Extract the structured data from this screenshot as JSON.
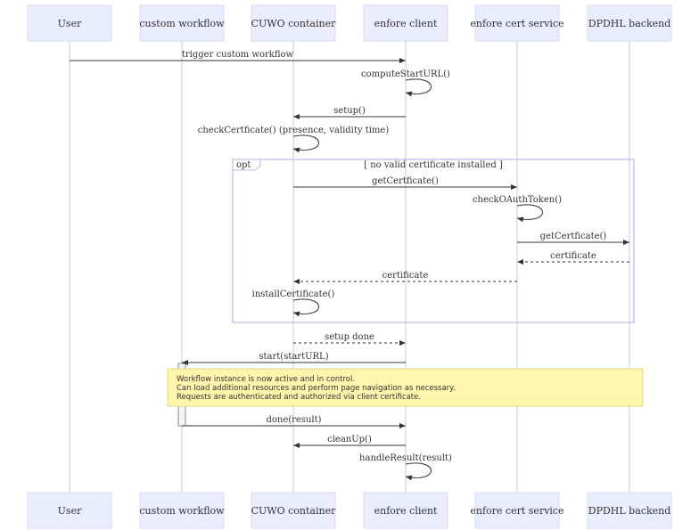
{
  "actors": [
    {
      "id": "user",
      "label": "User"
    },
    {
      "id": "custom_workflow",
      "label": "custom workflow"
    },
    {
      "id": "cuwo_container",
      "label": "CUWO container"
    },
    {
      "id": "enfore_client",
      "label": "enfore client"
    },
    {
      "id": "enfore_cert_service",
      "label": "enfore cert service"
    },
    {
      "id": "dpdhl_backend",
      "label": "DPDHL backend"
    }
  ],
  "messages": [
    {
      "from": "user",
      "to": "enfore_client",
      "label": "trigger custom workflow",
      "style": "solid"
    },
    {
      "from": "enfore_client",
      "to": "enfore_client",
      "label": "computeStartURL()",
      "style": "self"
    },
    {
      "from": "enfore_client",
      "to": "cuwo_container",
      "label": "setup()",
      "style": "solid"
    },
    {
      "from": "cuwo_container",
      "to": "cuwo_container",
      "label": "checkCertficate() (presence, validity time)",
      "style": "self"
    },
    {
      "from": "cuwo_container",
      "to": "enfore_cert_service",
      "label": "getCertficate()",
      "style": "solid"
    },
    {
      "from": "enfore_cert_service",
      "to": "enfore_cert_service",
      "label": "checkOAuthToken()",
      "style": "self"
    },
    {
      "from": "enfore_cert_service",
      "to": "dpdhl_backend",
      "label": "getCertficate()",
      "style": "solid"
    },
    {
      "from": "dpdhl_backend",
      "to": "enfore_cert_service",
      "label": "certificate",
      "style": "dashed"
    },
    {
      "from": "enfore_cert_service",
      "to": "cuwo_container",
      "label": "certificate",
      "style": "dashed"
    },
    {
      "from": "cuwo_container",
      "to": "cuwo_container",
      "label": "installCertificate()",
      "style": "self"
    },
    {
      "from": "cuwo_container",
      "to": "enfore_client",
      "label": "setup done",
      "style": "dashed"
    },
    {
      "from": "enfore_client",
      "to": "custom_workflow",
      "label": "start(startURL)",
      "style": "solid"
    },
    {
      "from": "custom_workflow",
      "to": "enfore_client",
      "label": "done(result)",
      "style": "solid"
    },
    {
      "from": "enfore_client",
      "to": "cuwo_container",
      "label": "cleanUp()",
      "style": "solid"
    },
    {
      "from": "enfore_client",
      "to": "enfore_client",
      "label": "handleResult(result)",
      "style": "self"
    }
  ],
  "opt_frame": {
    "tag": "opt",
    "condition": "[ no valid certificate installed ]"
  },
  "note": {
    "lines": [
      "Workflow instance is now active and in control.",
      "Can load additional resources and perform page navigation as necessary.",
      "Requests are authenticated and authorized via client certificate."
    ]
  }
}
